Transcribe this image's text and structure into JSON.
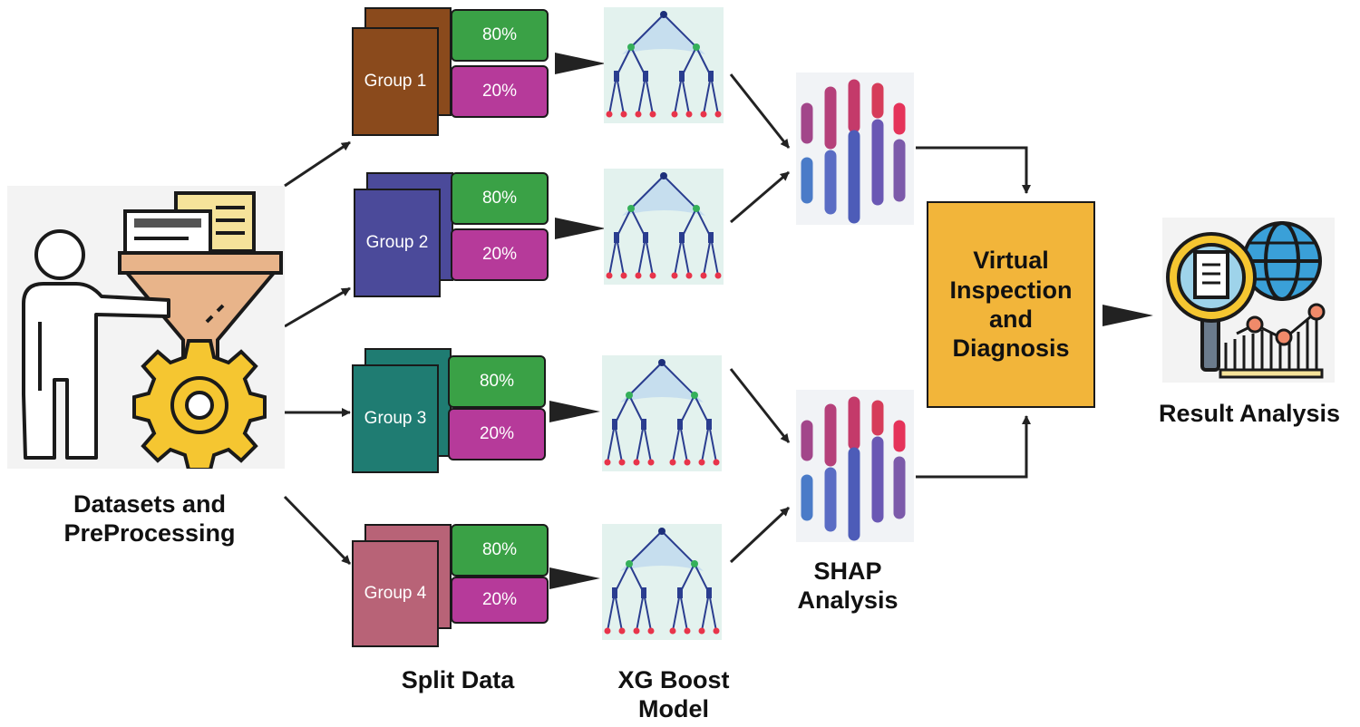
{
  "source_label": {
    "line1": "Datasets and",
    "line2": "PreProcessing"
  },
  "groups": [
    {
      "name": "Group 1",
      "train": "80%",
      "test": "20%",
      "color": "#8a4a1c"
    },
    {
      "name": "Group 2",
      "train": "80%",
      "test": "20%",
      "color": "#4b4a9a"
    },
    {
      "name": "Group 3",
      "train": "80%",
      "test": "20%",
      "color": "#1f7c72"
    },
    {
      "name": "Group 4",
      "train": "80%",
      "test": "20%",
      "color": "#b86377"
    }
  ],
  "split_label": "Split Data",
  "model_label": {
    "line1": "XG Boost",
    "line2": "Model"
  },
  "shap_label": {
    "line1": "SHAP",
    "line2": "Analysis"
  },
  "diagnosis_box": {
    "line1": "Virtual",
    "line2": "Inspection",
    "line3": "and",
    "line4": "Diagnosis",
    "color": "#f2b53a"
  },
  "result_label": "Result Analysis",
  "icons": [
    "person-icon",
    "funnel-icon",
    "gear-icon",
    "document-icon",
    "decision-tree-icon",
    "shap-bars-icon",
    "magnifier-document-icon",
    "globe-icon",
    "growth-chart-icon"
  ]
}
